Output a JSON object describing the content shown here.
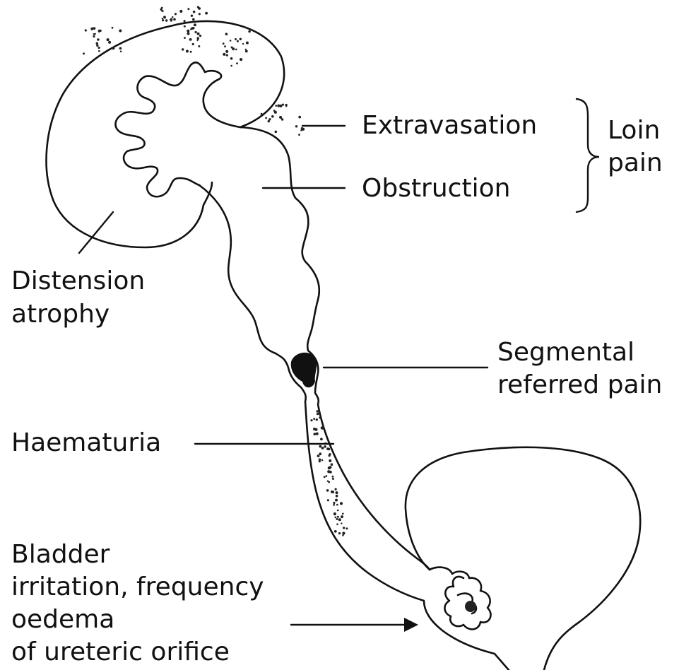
{
  "labels": {
    "extravasation": "Extravasation",
    "obstruction": "Obstruction",
    "loin_pain": [
      "Loin",
      "pain"
    ],
    "distension_atrophy": [
      "Distension",
      "atrophy"
    ],
    "segmental_referred_pain": [
      "Segmental",
      "referred pain"
    ],
    "haematuria": "Haematuria",
    "bladder": [
      "Bladder",
      "irritation, frequency",
      "oedema",
      "of ureteric orifice"
    ]
  },
  "colors": {
    "ink": "#111111",
    "background": "#ffffff"
  }
}
